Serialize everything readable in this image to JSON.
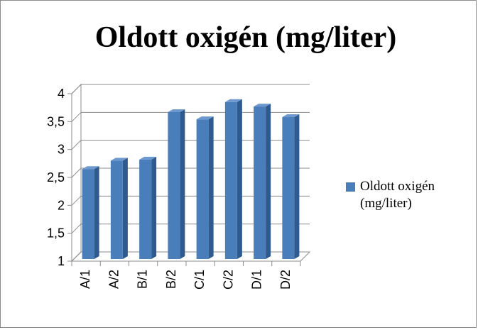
{
  "chart_data": {
    "type": "bar",
    "title": "Oldott oxigén (mg/liter)",
    "categories": [
      "A/1",
      "A/2",
      "B/1",
      "B/2",
      "C/1",
      "C/2",
      "D/1",
      "D/2"
    ],
    "series": [
      {
        "name": "Oldott oxigén (mg/liter)",
        "values": [
          2.65,
          2.8,
          2.82,
          3.67,
          3.54,
          3.85,
          3.77,
          3.58
        ],
        "color": "#4a7ebb"
      }
    ],
    "y_ticks": [
      "1",
      "1,5",
      "2",
      "2,5",
      "3",
      "3,5",
      "4"
    ],
    "ylim": [
      1,
      4
    ],
    "grid": true,
    "legend": "right",
    "three_d": true
  }
}
